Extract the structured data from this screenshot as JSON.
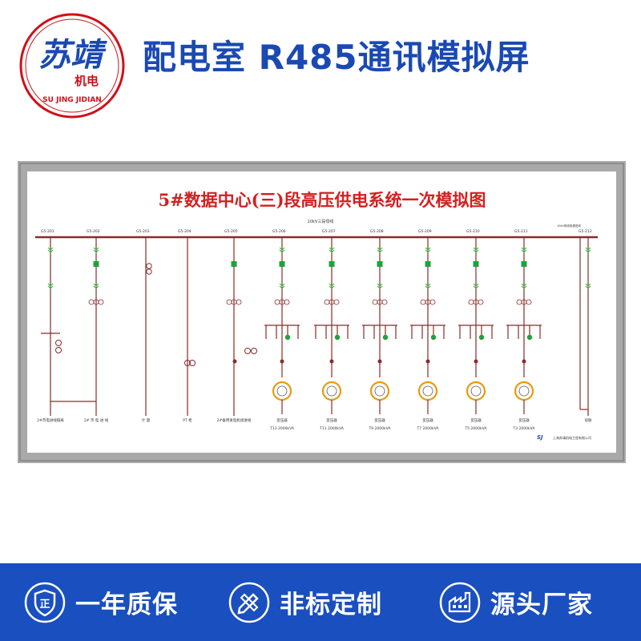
{
  "brand": {
    "logo_script": "苏靖",
    "logo_cn": "机电",
    "logo_en": "SU JING JIDIAN"
  },
  "headline": "配电室 R485通讯模拟屏",
  "panel": {
    "title": "5#数据中心(三)段高压供电系统一次模拟图",
    "bus_label": "10kV三段母线",
    "bus_note": "10kV母线电源进线",
    "feeders": [
      {
        "id": "G5-201",
        "bottom": "2#市电进线隔离"
      },
      {
        "id": "G5-202",
        "bottom": "2# 市 电 进 线"
      },
      {
        "id": "G5-203",
        "bottom": "计 量"
      },
      {
        "id": "G5-204",
        "bottom": "PT  柜"
      },
      {
        "id": "G5-205",
        "bottom": "2#备用发电机组进线"
      },
      {
        "id": "G5-206",
        "transformer": "变压器",
        "rating": "T13  2000kVA"
      },
      {
        "id": "G5-207",
        "transformer": "变压器",
        "rating": "T11  2000kVA"
      },
      {
        "id": "G5-208",
        "transformer": "变压器",
        "rating": "T9  2000kVA"
      },
      {
        "id": "G5-209",
        "transformer": "变压器",
        "rating": "T7  2000kVA"
      },
      {
        "id": "G5-210",
        "transformer": "变压器",
        "rating": "T5  2000kVA"
      },
      {
        "id": "G5-211",
        "transformer": "变压器",
        "rating": "T3  2000kVA"
      },
      {
        "id": "G5-212",
        "bottom": "母联"
      }
    ],
    "company": "上海苏靖机电工程有限公司",
    "company_mark": "SJ"
  },
  "features": [
    {
      "label": "一年质保",
      "icon": "quality-shield-icon"
    },
    {
      "label": "非标定制",
      "icon": "pencil-ruler-icon"
    },
    {
      "label": "源头厂家",
      "icon": "factory-icon"
    }
  ],
  "colors": {
    "brand_blue": "#1a49b4",
    "footer_blue": "#1a4fbf",
    "frame_gray": "#a9a9a9",
    "line_maroon": "#8b2a2a",
    "title_red": "#d61e1e",
    "breaker_green": "#1ea33c",
    "transformer_orange": "#e89a10",
    "chevron_green": "#3fbf4a"
  }
}
